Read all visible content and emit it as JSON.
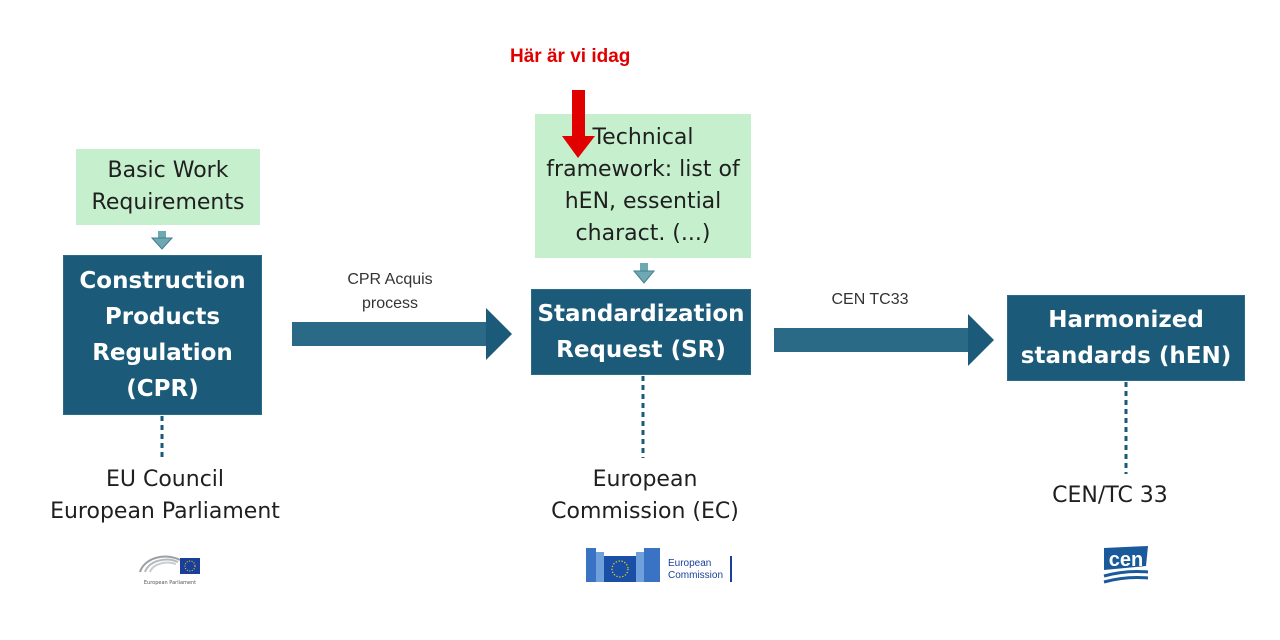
{
  "marker": {
    "text": "Här är vi idag",
    "color": "#e00000"
  },
  "boxes": {
    "bwr": "Basic Work Requirements",
    "cpr": "Construction Products Regulation (CPR)",
    "tech": "Technical framework: list of hEN, essential charact. (...)",
    "sr": "Standardization Request (SR)",
    "hen": "Harmonized standards (hEN)"
  },
  "arrows": {
    "a1": "CPR Acquis process",
    "a2": "CEN TC33"
  },
  "captions": {
    "left_1": "EU Council",
    "left_2": "European Parliament",
    "mid_1": "European",
    "mid_2": "Commission (EC)",
    "right": "CEN/TC 33"
  },
  "logos": {
    "ep": "European Parliament",
    "ec_1": "European",
    "ec_2": "Commission",
    "cen": "cen"
  },
  "colors": {
    "blue_box": "#1b5a78",
    "green_box": "#c6efce",
    "arrow": "#1b5a78"
  }
}
